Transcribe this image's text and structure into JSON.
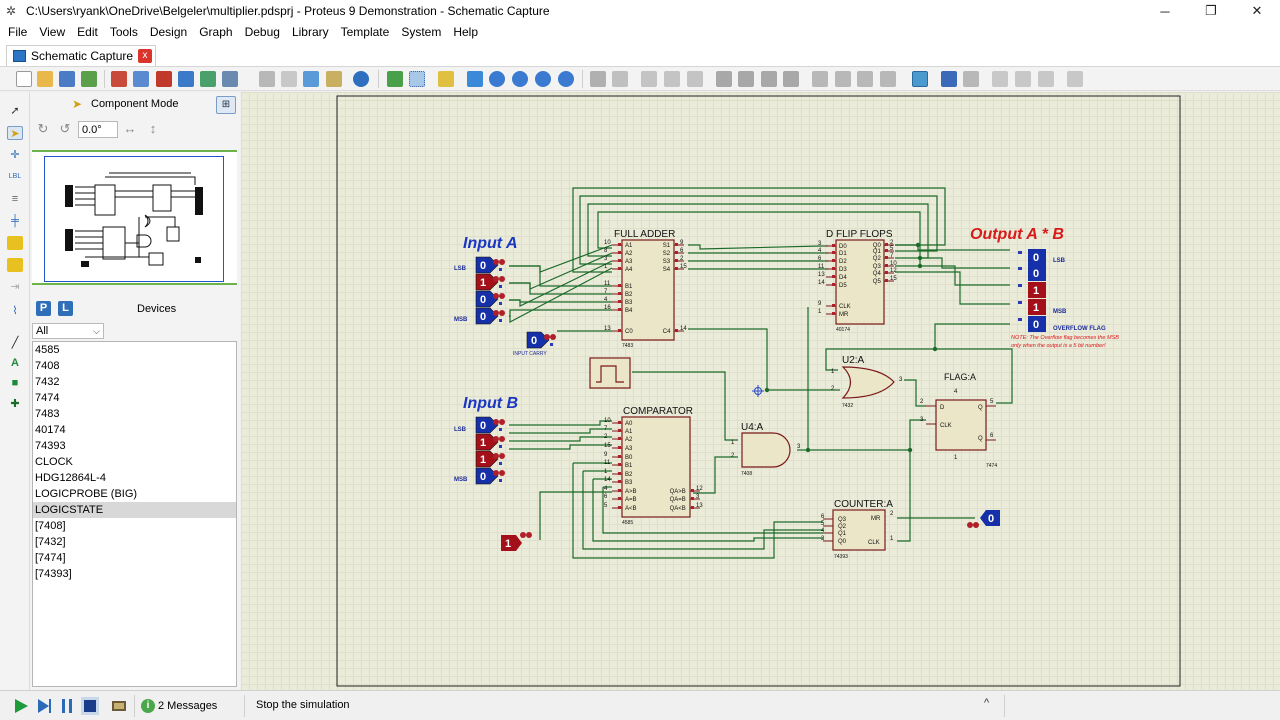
{
  "window": {
    "title": "C:\\Users\\ryank\\OneDrive\\Belgeler\\multiplier.pdsprj - Proteus 9 Demonstration - Schematic Capture",
    "minimize": "─",
    "maximize": "❐",
    "close": "✕"
  },
  "menu": [
    "File",
    "View",
    "Edit",
    "Tools",
    "Design",
    "Graph",
    "Debug",
    "Library",
    "Template",
    "System",
    "Help"
  ],
  "tab": {
    "label": "Schematic Capture",
    "close": "x"
  },
  "left_panel": {
    "mode_label": "Component Mode",
    "angle_value": "0.0°",
    "devices_title": "Devices",
    "p_button": "P",
    "l_button": "L",
    "filter_value": "All",
    "devices": [
      "4585",
      "7408",
      "7432",
      "7474",
      "7483",
      "40174",
      "74393",
      "CLOCK",
      "HDG12864L-4",
      "LOGICPROBE (BIG)",
      "LOGICSTATE",
      "[7408]",
      "[7432]",
      "[7474]",
      "[74393]"
    ],
    "selected_device": "LOGICSTATE"
  },
  "schematic": {
    "input_a": {
      "title": "Input A",
      "lsb": "LSB",
      "msb": "MSB",
      "bits": [
        "0",
        "1",
        "0",
        "0"
      ]
    },
    "input_b": {
      "title": "Input B",
      "lsb": "LSB",
      "msb": "MSB",
      "bits": [
        "0",
        "1",
        "1",
        "0"
      ]
    },
    "input_carry": {
      "value": "0",
      "label": "INPUT CARRY"
    },
    "const_one": "1",
    "full_adder": {
      "title": "FULL ADDER",
      "part": "7483",
      "left_pins": [
        "A1",
        "A2",
        "A3",
        "A4",
        "B1",
        "B2",
        "B3",
        "B4",
        "C0"
      ],
      "left_nums": [
        "10",
        "8",
        "3",
        "1",
        "11",
        "7",
        "4",
        "16",
        "13"
      ],
      "right_pins": [
        "S1",
        "S2",
        "S3",
        "S4",
        "C4"
      ],
      "right_nums": [
        "9",
        "6",
        "2",
        "15",
        "14"
      ]
    },
    "flip_flops": {
      "title": "D FLIP FLOPS",
      "part": "40174",
      "left_pins": [
        "D0",
        "D1",
        "D2",
        "D3",
        "D4",
        "D5",
        "CLK",
        "MR"
      ],
      "left_nums": [
        "3",
        "4",
        "6",
        "11",
        "13",
        "14",
        "9",
        "1"
      ],
      "right_pins": [
        "Q0",
        "Q1",
        "Q2",
        "Q3",
        "Q4",
        "Q5"
      ],
      "right_nums": [
        "2",
        "5",
        "7",
        "10",
        "12",
        "15"
      ]
    },
    "comparator": {
      "title": "COMPARATOR",
      "part": "4585",
      "left_pins": [
        "A0",
        "A1",
        "A2",
        "A3",
        "B0",
        "B1",
        "B2",
        "B3",
        "A>B",
        "A=B",
        "A<B"
      ],
      "left_nums": [
        "10",
        "7",
        "2",
        "15",
        "9",
        "11",
        "1",
        "14",
        "4",
        "6",
        "5"
      ],
      "right_pins": [
        "QA>B",
        "QA=B",
        "QA<B"
      ],
      "right_nums": [
        "12",
        "3",
        "13"
      ]
    },
    "or_gate": {
      "title": "U2:A",
      "part": "7432",
      "in1": "1",
      "in2": "2",
      "out": "3"
    },
    "and_gate": {
      "title": "U4:A",
      "part": "7408",
      "in1": "1",
      "in2": "2",
      "out": "3"
    },
    "flag": {
      "title": "FLAG:A",
      "part": "7474",
      "pins": [
        "D",
        "CLK",
        "Q",
        "Q"
      ],
      "nums": [
        "2",
        "3",
        "5",
        "6",
        "4",
        "1"
      ]
    },
    "counter": {
      "title": "COUNTER:A",
      "part": "74393",
      "pins": [
        "Q3",
        "Q2",
        "Q1",
        "Q0",
        "MR",
        "CLK"
      ],
      "nums": [
        "6",
        "5",
        "4",
        "3",
        "2",
        "1"
      ],
      "probe": "0"
    },
    "output": {
      "title": "Output A * B",
      "bits": [
        "0",
        "0",
        "1",
        "1",
        "0"
      ],
      "lsb": "LSB",
      "msb": "MSB",
      "overflow": "OVERFLOW FLAG",
      "note1": "NOTE: The Overflow flag becomes the MSB",
      "note2": "only when the output is a 5 bit number!"
    },
    "colors": {
      "logic_low": "#1530a8",
      "logic_high": "#a3101a",
      "wire": "#1c6b2b",
      "title_blue": "#1a36c2",
      "title_red": "#d71a1a"
    }
  },
  "status": {
    "messages": "2 Messages",
    "text": "Stop the simulation",
    "chevron": "^"
  }
}
